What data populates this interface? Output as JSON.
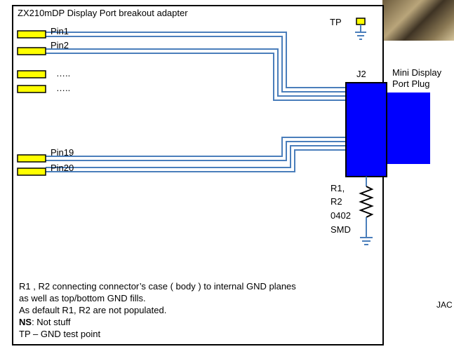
{
  "photo_strip": "photo-fragment",
  "board": {
    "title": "ZX210mDP  Display Port breakout adapter"
  },
  "pins": [
    {
      "label": "Pin1"
    },
    {
      "label": "Pin2"
    },
    {
      "label": "….."
    },
    {
      "label": "….."
    },
    {
      "label": "Pin19"
    },
    {
      "label": "Pin20"
    }
  ],
  "test_point": {
    "label": "TP"
  },
  "connector": {
    "ref": "J2",
    "name_line1": "Mini Display",
    "name_line2": "Port Plug"
  },
  "resistor": {
    "line1": "R1,",
    "line2": "R2",
    "line3": "0402",
    "line4": "SMD"
  },
  "notes": {
    "line1": "R1 , R2 connecting connector’s case ( body ) to internal GND planes",
    "line2": "as well as top/bottom GND fills.",
    "line3": "As default R1, R2 are not populated.",
    "ns_bold": "NS",
    "ns_rest": ": Not stuff",
    "line5": "TP – GND test point"
  },
  "partial_label": "JAC",
  "colors": {
    "pad_fill": "#FFFF00",
    "pad_border": "#000000",
    "trace": "#4A7EBB",
    "connector_body": "#0000FF",
    "plug_body": "#0000FF",
    "resistor": "#000000"
  }
}
